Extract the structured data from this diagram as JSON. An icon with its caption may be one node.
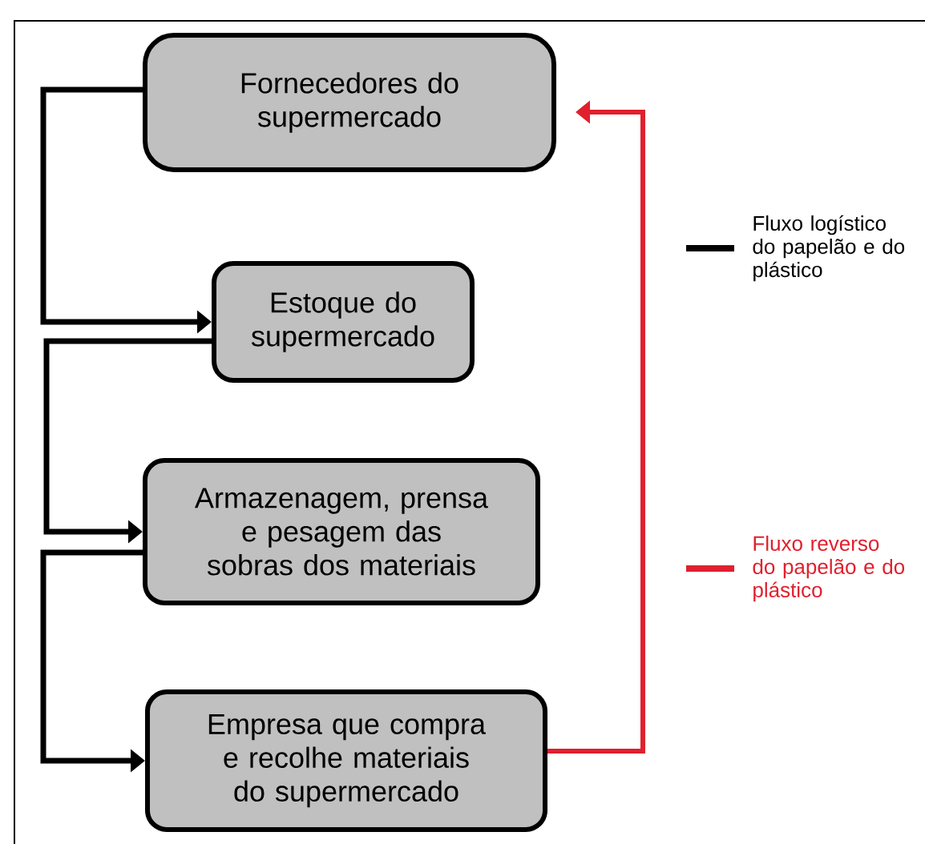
{
  "diagram": {
    "nodes": [
      {
        "text": [
          "Fornecedores do supermercado"
        ]
      },
      {
        "text": [
          "Estoque do supermercado"
        ]
      },
      {
        "text": [
          "Armazenagem, prensa e pesagem das sobras dos materiais"
        ]
      },
      {
        "text": [
          "Empresa que compra e recolhe materiais do supermercado"
        ]
      }
    ],
    "edges": [
      {
        "from": 0,
        "to": 1,
        "arrow": "to"
      },
      {
        "from": 1,
        "to": 2,
        "arrow": "to"
      },
      {
        "from": 2,
        "to": 3,
        "arrow": "to"
      },
      {
        "from": 3,
        "to": 0,
        "arrow": "to",
        "color": "#e0202e"
      }
    ],
    "legend": [
      {
        "text": "Fluxo logístico do papelão e do plástico",
        "color": "#000000"
      },
      {
        "text": "Fluxo reverso do papelão e do plástico",
        "color": "#e0202e"
      }
    ]
  }
}
